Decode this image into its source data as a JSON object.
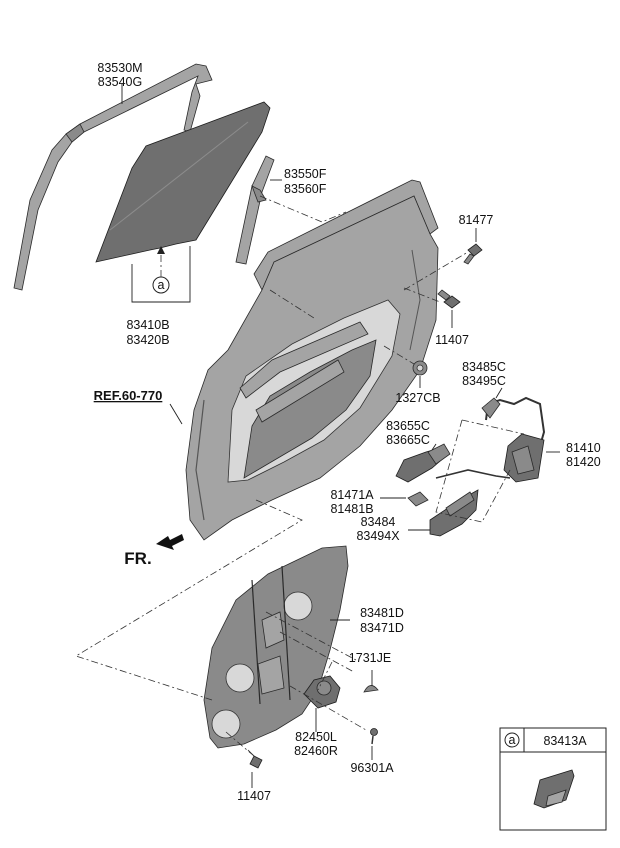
{
  "reference": {
    "text": "REF.60-770"
  },
  "front_marker": {
    "text": "FR."
  },
  "callouts": [
    {
      "id": "glass-run",
      "lines": [
        "83530M",
        "83540G"
      ]
    },
    {
      "id": "channel",
      "lines": [
        "83550F",
        "83560F"
      ]
    },
    {
      "id": "bolt-top",
      "lines": [
        "81477"
      ]
    },
    {
      "id": "glass",
      "lines": [
        "83410B",
        "83420B"
      ]
    },
    {
      "id": "bolt-mid",
      "lines": [
        "11407"
      ]
    },
    {
      "id": "nut",
      "lines": [
        "1327CB"
      ]
    },
    {
      "id": "latch-cable",
      "lines": [
        "83485C",
        "83495C"
      ]
    },
    {
      "id": "handle",
      "lines": [
        "83655C",
        "83665C"
      ]
    },
    {
      "id": "latch",
      "lines": [
        "81410",
        "81420"
      ]
    },
    {
      "id": "rod",
      "lines": [
        "81471A",
        "81481B"
      ]
    },
    {
      "id": "bracket",
      "lines": [
        "83484",
        "83494X"
      ]
    },
    {
      "id": "module",
      "lines": [
        "83481D",
        "83471D"
      ]
    },
    {
      "id": "grommet",
      "lines": [
        "1731JE"
      ]
    },
    {
      "id": "motor",
      "lines": [
        "82450L",
        "82460R"
      ]
    },
    {
      "id": "screw",
      "lines": [
        "96301A"
      ]
    },
    {
      "id": "bolt-bottom",
      "lines": [
        "11407"
      ]
    }
  ],
  "glass_marker": {
    "letter": "a"
  },
  "inset": {
    "letter": "a",
    "part": "83413A"
  }
}
